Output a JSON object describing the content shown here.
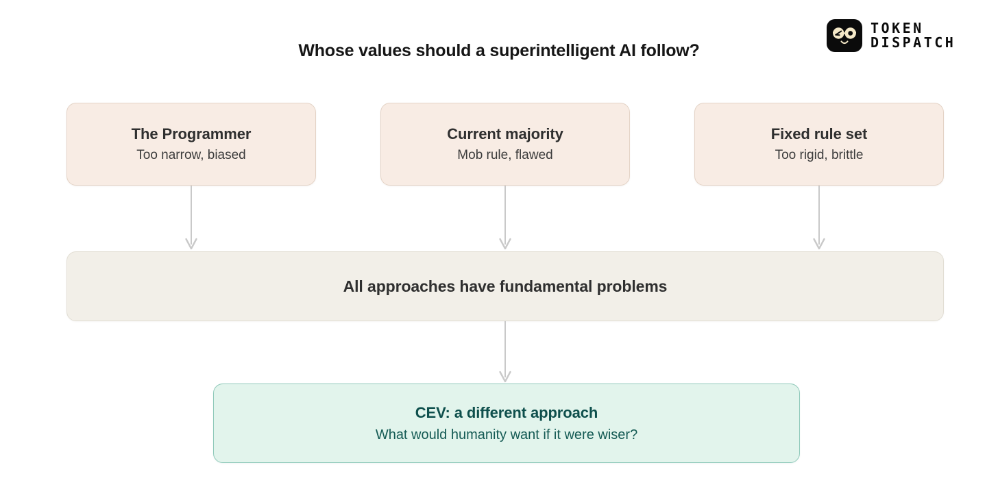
{
  "brand": {
    "mark_icon": "winking-face-with-glasses-icon",
    "mark_bg": "#0b0b0b",
    "mark_fg": "#f5e9c8",
    "line1": "TOKEN",
    "line2": "DISPATCH"
  },
  "header": {
    "title": "Whose values should a superintelligent AI follow?"
  },
  "diagram": {
    "type": "flowchart",
    "background": "#ffffff",
    "connector_color": "#c9c9c9",
    "problem_color": "#f8ece4",
    "summary_color": "#f2efe8",
    "outcome_color": "#e2f4ec",
    "outcome_text_color": "#0e4f4c",
    "problems": [
      {
        "title": "The Programmer",
        "subtitle": "Too narrow, biased"
      },
      {
        "title": "Current majority",
        "subtitle": "Mob rule, flawed"
      },
      {
        "title": "Fixed rule set",
        "subtitle": "Too rigid, brittle"
      }
    ],
    "summary": {
      "title": "All approaches have fundamental problems"
    },
    "outcome": {
      "title": "CEV: a different approach",
      "subtitle": "What would humanity want if it were wiser?"
    }
  }
}
